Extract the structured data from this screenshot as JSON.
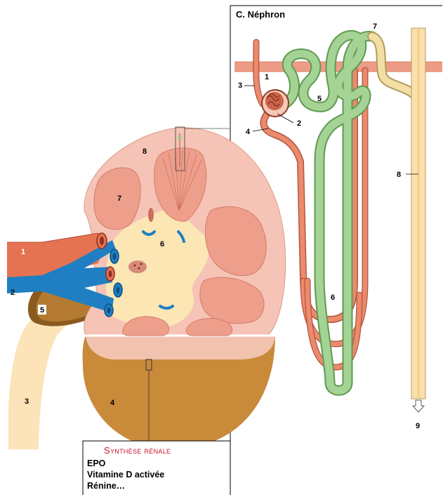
{
  "nephron_panel": {
    "title": "C. Néphron",
    "labels": [
      "1",
      "2",
      "3",
      "4",
      "5",
      "6",
      "7",
      "8",
      "9"
    ]
  },
  "kidney": {
    "labels": {
      "artery": "1",
      "vein": "2",
      "ureter": "3",
      "capsule": "4",
      "pelvis": "5",
      "sinus": "6",
      "pyramid": "7",
      "cortex": "8"
    }
  },
  "synthesis_box": {
    "title": "Synthèse rénale",
    "lines": [
      "EPO",
      "Vitamine D activée",
      "Rénine…"
    ]
  },
  "colors": {
    "cortex": "#f6c4b6",
    "medulla": "#ee9f8c",
    "sinus": "#fbe6b4",
    "capsule": "#c98a3a",
    "artery": "#e57352",
    "vein": "#1f7fc2",
    "tubule_green": "#9ccc8e",
    "collecting_duct": "#fbe0ad",
    "box_title": "#c8102e"
  }
}
